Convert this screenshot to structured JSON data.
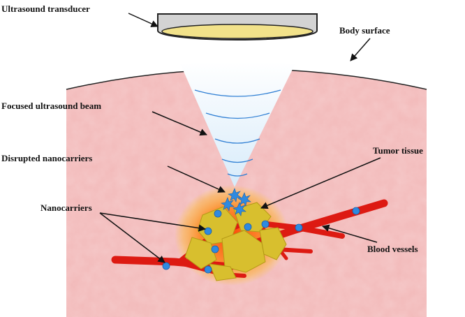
{
  "labels": {
    "transducer": "Ultrasound transducer",
    "body_surface": "Body surface",
    "beam": "Focused ultrasound beam",
    "disrupted": "Disrupted nanocarriers",
    "tumor": "Tumor tissue",
    "nanocarriers": "Nanocarriers",
    "vessels": "Blood vessels"
  },
  "colors": {
    "tissue": "#f2b9b9",
    "tissue_edge": "#222222",
    "beam": "#e6f2fb",
    "wave": "#2f7fd4",
    "tumor": "#d8bf2e",
    "tumor_outline": "#b59a16",
    "glow": "#ff6a00",
    "vessel": "#dd1a12",
    "carrier": "#2f8ae0",
    "transducer_body": "#d3d3d3",
    "transducer_face": "#f2e28a"
  }
}
